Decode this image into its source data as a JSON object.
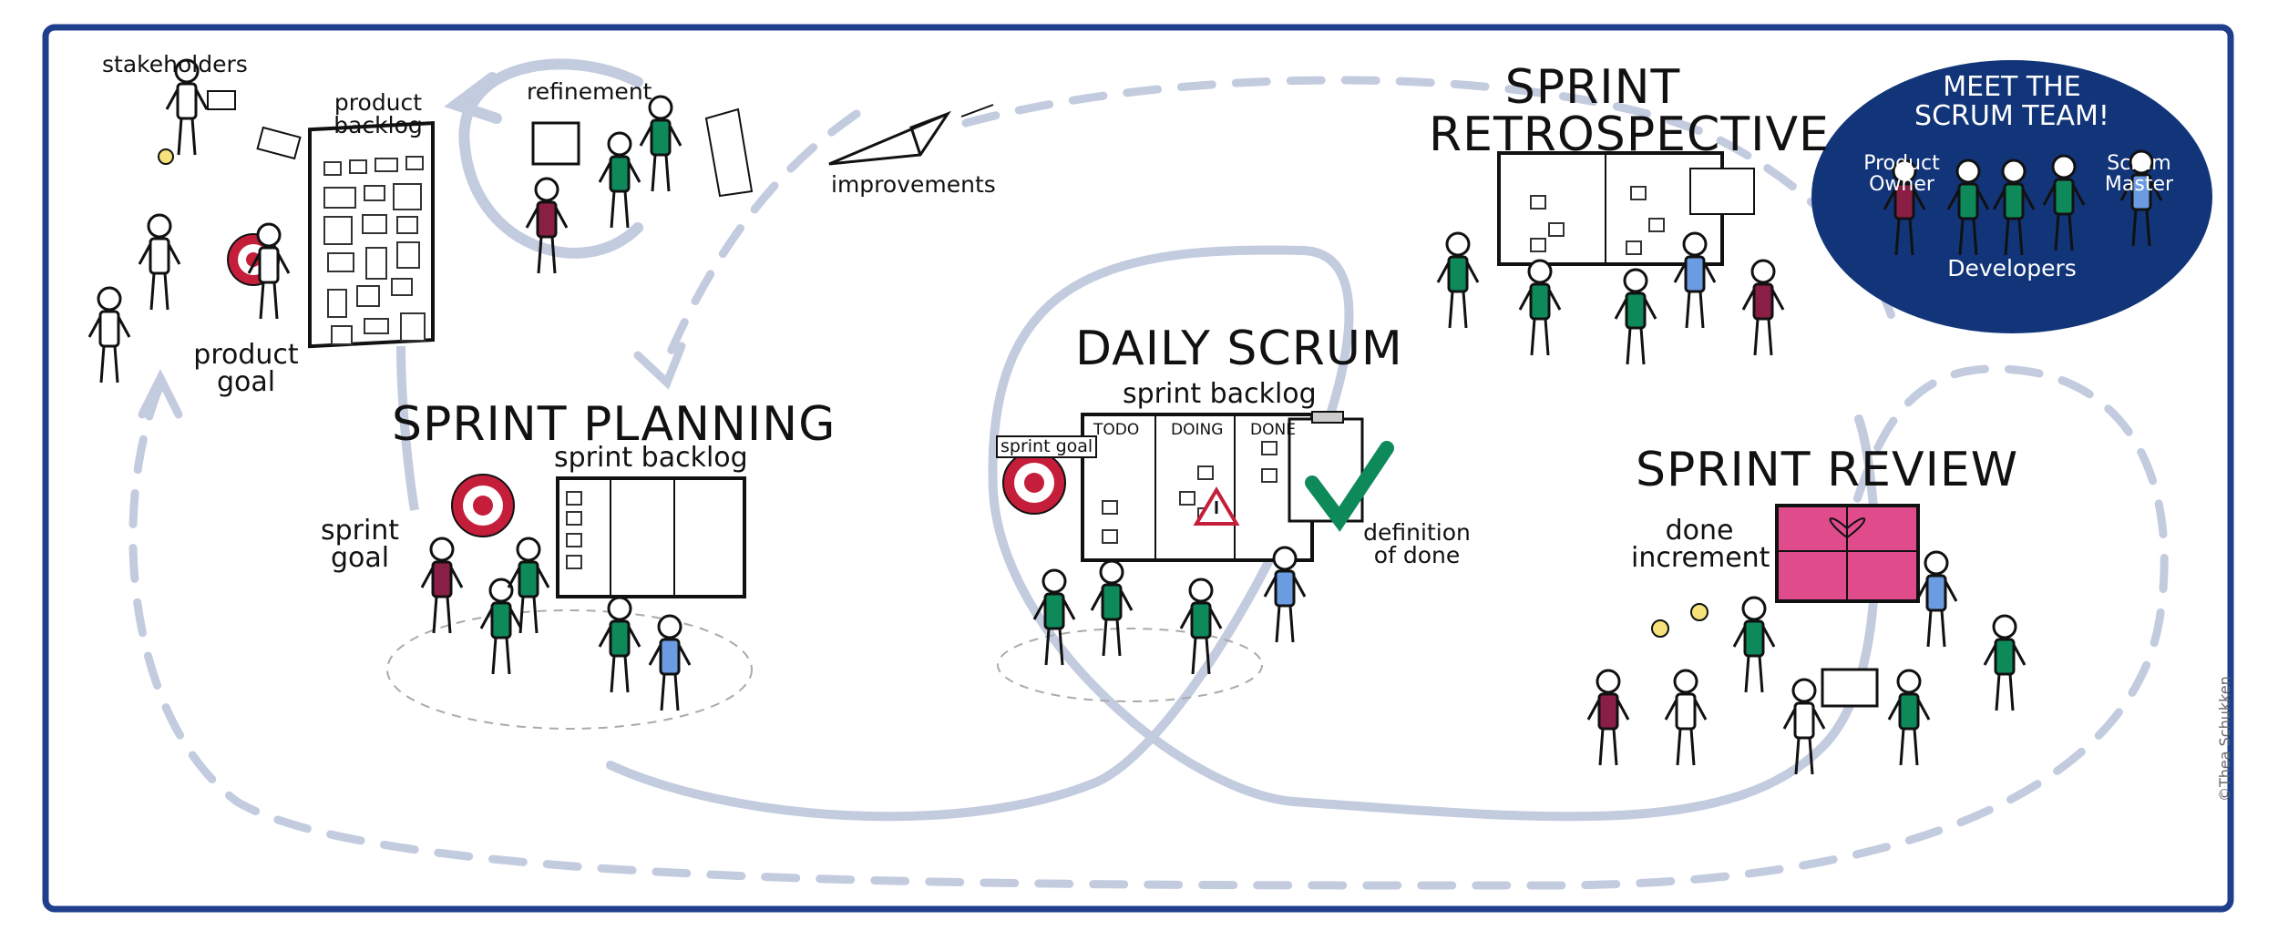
{
  "frame_color": "#1f3f8c",
  "arrow_color": "#c3cbdf",
  "team_bg": "#12357a",
  "accent_green": "#0e8a5a",
  "accent_red": "#c41e3a",
  "accent_pink": "#e04b8c",
  "accent_blue": "#6b9be0",
  "labels": {
    "stakeholders": "stakeholders",
    "product_backlog_1": "product",
    "product_backlog_2": "backlog",
    "refinement": "refinement",
    "improvements": "improvements",
    "product_goal_1": "product",
    "product_goal_2": "goal",
    "sprint_planning": "SPRINT PLANNING",
    "sprint_planning_backlog": "sprint backlog",
    "sprint_goal_1": "sprint",
    "sprint_goal_2": "goal",
    "daily_scrum": "DAILY SCRUM",
    "daily_backlog": "sprint backlog",
    "sprint_goal_tag": "sprint goal",
    "todo": "TODO",
    "doing": "DOING",
    "done": "DONE",
    "definition_1": "definition",
    "definition_2": "of done",
    "retro_1": "SPRINT",
    "retro_2": "RETROSPECTIVE",
    "review": "SPRINT REVIEW",
    "done_increment_1": "done",
    "done_increment_2": "increment",
    "credit": "©Thea Schukken"
  },
  "team": {
    "title_1": "MEET THE",
    "title_2": "SCRUM TEAM!",
    "po_1": "Product",
    "po_2": "Owner",
    "sm_1": "Scrum",
    "sm_2": "Master",
    "devs": "Developers"
  }
}
